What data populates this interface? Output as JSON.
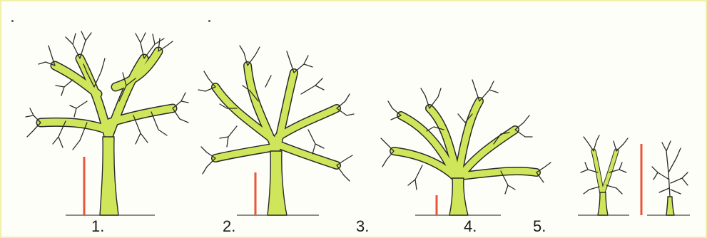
{
  "labels": {
    "stage1": "1.",
    "stage2": "2.",
    "stage3": "3.",
    "stage4": "4.",
    "stage5": "5."
  },
  "colors": {
    "highlight": "#cfe65a",
    "outline": "#2a2a2a",
    "marker": "#e8553a",
    "ground": "#444444",
    "frame": "#f2efa8"
  },
  "icons": [
    "tree-icon",
    "tree-icon",
    "tree-icon",
    "tree-icon",
    "tree-icon",
    "height-marker-icon"
  ]
}
